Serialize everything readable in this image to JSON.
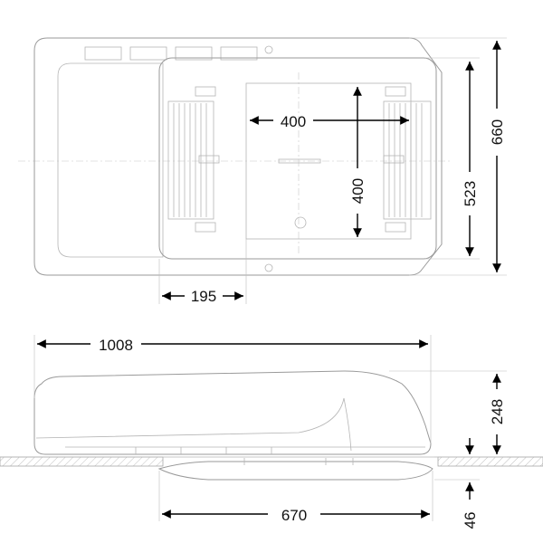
{
  "dimensions": {
    "top_inner_width": "400",
    "top_inner_height": "400",
    "top_offset": "195",
    "top_base_height": "523",
    "top_overall_height": "660",
    "side_overall_length": "1008",
    "side_height": "248",
    "side_base_length": "670",
    "side_base_thickness": "46"
  }
}
